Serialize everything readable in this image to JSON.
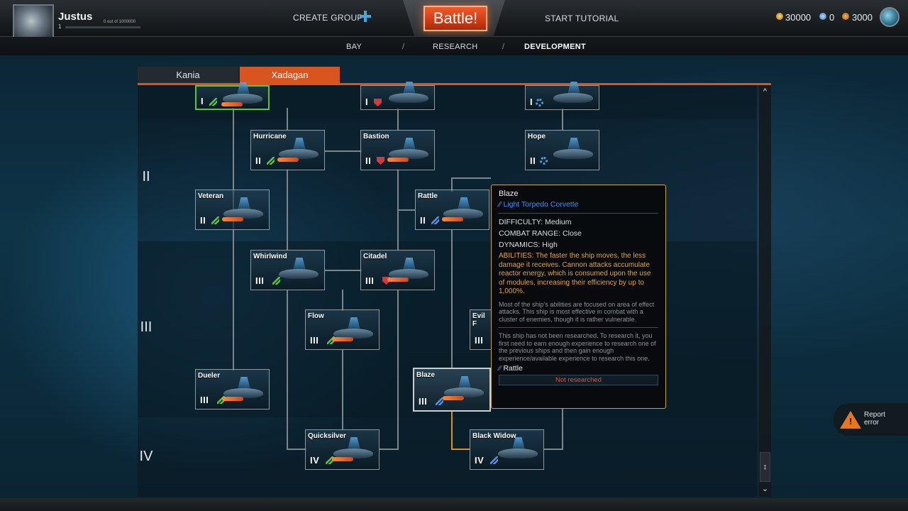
{
  "player": {
    "name": "Justus",
    "level": "1",
    "xp_text": "0 out of 1000000"
  },
  "top": {
    "create_group": "CREATE GROUP",
    "battle": "Battle!",
    "start_tutorial": "START TUTORIAL"
  },
  "currency": {
    "gold": "30000",
    "gems": "0",
    "skulls": "3000"
  },
  "nav": {
    "bay": "BAY",
    "research": "RESEARCH",
    "development": "DEVELOPMENT",
    "sep": "/"
  },
  "tabs": {
    "kania": "Kania",
    "xadagan": "Xadagan"
  },
  "tiers": {
    "t2": "II",
    "t3": "III",
    "t4": "IV"
  },
  "nodes": [
    {
      "name": "",
      "tier": "I",
      "cls": "torp"
    },
    {
      "name": "",
      "tier": "I",
      "cls": "shield"
    },
    {
      "name": "",
      "tier": "I",
      "cls": "gear"
    },
    {
      "name": "Hurricane",
      "tier": "II",
      "cls": "torp"
    },
    {
      "name": "Bastion",
      "tier": "II",
      "cls": "shield"
    },
    {
      "name": "Hope",
      "tier": "II",
      "cls": "gear"
    },
    {
      "name": "Veteran",
      "tier": "II",
      "cls": "torp"
    },
    {
      "name": "Rattle",
      "tier": "II",
      "cls": "torp-blue"
    },
    {
      "name": "Whirlwind",
      "tier": "III",
      "cls": "torp"
    },
    {
      "name": "Citadel",
      "tier": "III",
      "cls": "shield"
    },
    {
      "name": "Flow",
      "tier": "III",
      "cls": "torp"
    },
    {
      "name": "Evil F",
      "tier": "III",
      "cls": "torp-blue"
    },
    {
      "name": "Dueler",
      "tier": "III",
      "cls": "torp"
    },
    {
      "name": "Blaze",
      "tier": "III",
      "cls": "torp-blue"
    },
    {
      "name": "Quicksilver",
      "tier": "IV",
      "cls": "torp"
    },
    {
      "name": "Black Widow",
      "tier": "IV",
      "cls": "torp-blue"
    }
  ],
  "tooltip": {
    "name": "Blaze",
    "class": "Light Torpedo Corvette",
    "difficulty": "DIFFICULTY: Medium",
    "range": "COMBAT RANGE: Close",
    "dynamics": "DYNAMICS: High",
    "abilities": "ABILITIES: The faster the ship moves, the less damage it receives. Cannon attacks accumulate reactor energy, which is consumed upon the use of modules, increasing their efficiency by up to 1,000%.",
    "description": "Most of the ship's abilities are focused on area of effect attacks. This ship is most effective in combat with a cluster of enemies, though it is rather vulnerable.",
    "research_note": "This ship has not been researched. To research it, you first need to earn enough experience to research one of the previous ships and then gain enough experience/available experience to research this one.",
    "previous_ship": "Rattle",
    "status": "Not researched"
  },
  "report": {
    "text": "Report error"
  },
  "scroll": {
    "up": "^",
    "thumb": "↕",
    "down": "⌄"
  },
  "colors": {
    "accent": "#d8551f",
    "battle": "#e04818",
    "tooltip_border": "#c9a040",
    "abilities": "#e3a542",
    "class_blue": "#4a8de6",
    "torpedo_green": "#58c63c"
  }
}
